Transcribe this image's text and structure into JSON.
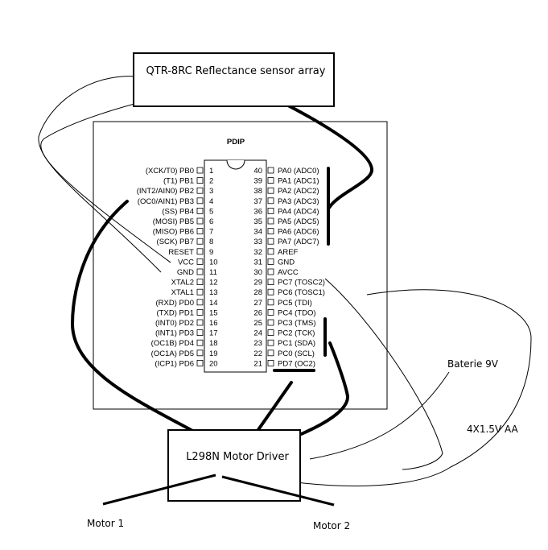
{
  "labels": {
    "sensor": "QTR-8RC Reflectance sensor array",
    "driver": "L298N Motor Driver",
    "package": "PDIP",
    "battery9v": "Baterie 9V",
    "battery_aa": "4X1.5V AA",
    "motor1": "Motor 1",
    "motor2": "Motor 2"
  },
  "chip": {
    "left_pins": [
      {
        "num": "1",
        "label": "(XCK/T0)  PB0"
      },
      {
        "num": "2",
        "label": "(T1)  PB1"
      },
      {
        "num": "3",
        "label": "(INT2/AIN0)  PB2"
      },
      {
        "num": "4",
        "label": "(OC0/AIN1)  PB3"
      },
      {
        "num": "5",
        "label": "(SS)  PB4"
      },
      {
        "num": "6",
        "label": "(MOSI)  PB5"
      },
      {
        "num": "7",
        "label": "(MISO)  PB6"
      },
      {
        "num": "8",
        "label": "(SCK)  PB7"
      },
      {
        "num": "9",
        "label": "RESET"
      },
      {
        "num": "10",
        "label": "VCC"
      },
      {
        "num": "11",
        "label": "GND"
      },
      {
        "num": "12",
        "label": "XTAL2"
      },
      {
        "num": "13",
        "label": "XTAL1"
      },
      {
        "num": "14",
        "label": "(RXD)  PD0"
      },
      {
        "num": "15",
        "label": "(TXD)  PD1"
      },
      {
        "num": "16",
        "label": "(INT0)  PD2"
      },
      {
        "num": "17",
        "label": "(INT1)  PD3"
      },
      {
        "num": "18",
        "label": "(OC1B)  PD4"
      },
      {
        "num": "19",
        "label": "(OC1A)  PD5"
      },
      {
        "num": "20",
        "label": "(ICP1)  PD6"
      }
    ],
    "right_pins": [
      {
        "num": "40",
        "label": "PA0  (ADC0)"
      },
      {
        "num": "39",
        "label": "PA1  (ADC1)"
      },
      {
        "num": "38",
        "label": "PA2  (ADC2)"
      },
      {
        "num": "37",
        "label": "PA3  (ADC3)"
      },
      {
        "num": "36",
        "label": "PA4  (ADC4)"
      },
      {
        "num": "35",
        "label": "PA5  (ADC5)"
      },
      {
        "num": "34",
        "label": "PA6  (ADC6)"
      },
      {
        "num": "33",
        "label": "PA7  (ADC7)"
      },
      {
        "num": "32",
        "label": "AREF"
      },
      {
        "num": "31",
        "label": "GND"
      },
      {
        "num": "30",
        "label": "AVCC"
      },
      {
        "num": "29",
        "label": "PC7  (TOSC2)"
      },
      {
        "num": "28",
        "label": "PC6  (TOSC1)"
      },
      {
        "num": "27",
        "label": "PC5  (TDI)"
      },
      {
        "num": "26",
        "label": "PC4  (TDO)"
      },
      {
        "num": "25",
        "label": "PC3  (TMS)"
      },
      {
        "num": "24",
        "label": "PC2  (TCK)"
      },
      {
        "num": "23",
        "label": "PC1  (SDA)"
      },
      {
        "num": "22",
        "label": "PC0  (SCL)"
      },
      {
        "num": "21",
        "label": "PD7  (OC2)"
      }
    ]
  }
}
